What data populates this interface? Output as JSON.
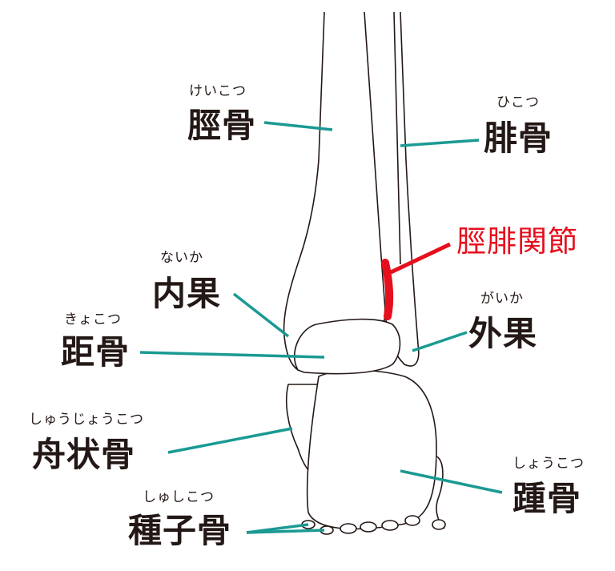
{
  "title": "足首の骨",
  "colors": {
    "leader": "#1a9a93",
    "joint": "#e60f1d",
    "text": "#231815",
    "bone": "#231815"
  },
  "labels": {
    "tibia": {
      "kanji": "脛骨",
      "kana": "けいこつ"
    },
    "fibula": {
      "kanji": "腓骨",
      "kana": "ひこつ"
    },
    "tibiofibular_joint": {
      "kanji": "脛腓関節"
    },
    "medial_malleolus": {
      "kanji": "内果",
      "kana": "ないか"
    },
    "talus": {
      "kanji": "距骨",
      "kana": "きょこつ"
    },
    "lateral_malleolus": {
      "kanji": "外果",
      "kana": "がいか"
    },
    "navicular": {
      "kanji": "舟状骨",
      "kana": "しゅうじょうこつ"
    },
    "calcaneus": {
      "kanji": "踵骨",
      "kana": "しょうこつ"
    },
    "sesamoid": {
      "kanji": "種子骨",
      "kana": "しゅしこつ"
    }
  }
}
